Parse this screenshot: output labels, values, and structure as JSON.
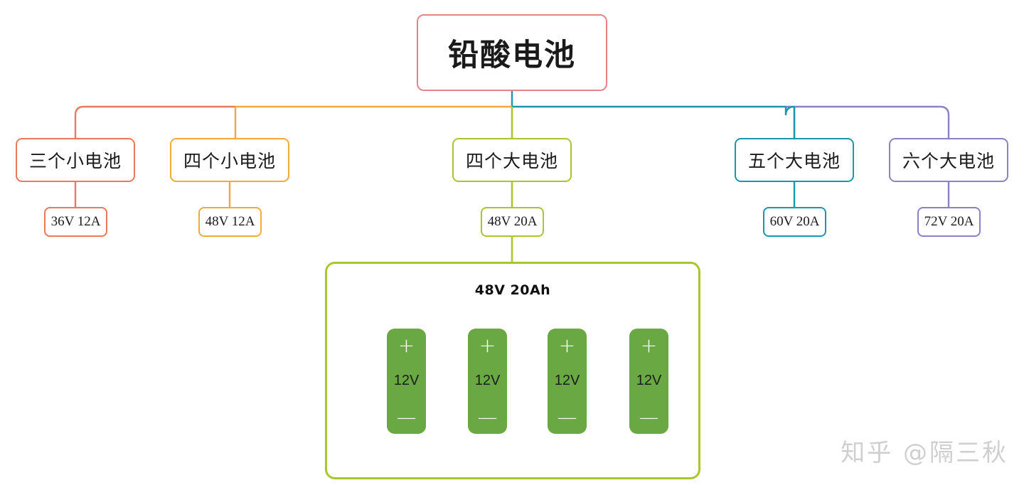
{
  "diagram": {
    "root": {
      "label": "铅酸电池",
      "color": "#e8838c"
    },
    "branches": [
      {
        "label": "三个小电池",
        "color": "#e8795a",
        "leaf": "36V 12A"
      },
      {
        "label": "四个小电池",
        "color": "#f0ab3a",
        "leaf": "48V 12A"
      },
      {
        "label": "四个大电池",
        "color": "#aac62f",
        "leaf": "48V 20A"
      },
      {
        "label": "五个大电池",
        "color": "#1897b0",
        "leaf": "60V 20A"
      },
      {
        "label": "六个大电池",
        "color": "#8a82c4",
        "leaf": "72V 20A"
      }
    ],
    "panel": {
      "title": "48V 20Ah",
      "border_color": "#aac62f",
      "cell_color": "#6aa843",
      "series_wire_color": "#f3b432",
      "terminal_wire_color": "#5b78bb",
      "cells": [
        {
          "voltage": "12V",
          "plus": "+",
          "minus": "—"
        },
        {
          "voltage": "12V",
          "plus": "+",
          "minus": "—"
        },
        {
          "voltage": "12V",
          "plus": "+",
          "minus": "—"
        },
        {
          "voltage": "12V",
          "plus": "+",
          "minus": "—"
        }
      ]
    }
  },
  "watermark": {
    "text": "知乎 @隔三秋"
  }
}
